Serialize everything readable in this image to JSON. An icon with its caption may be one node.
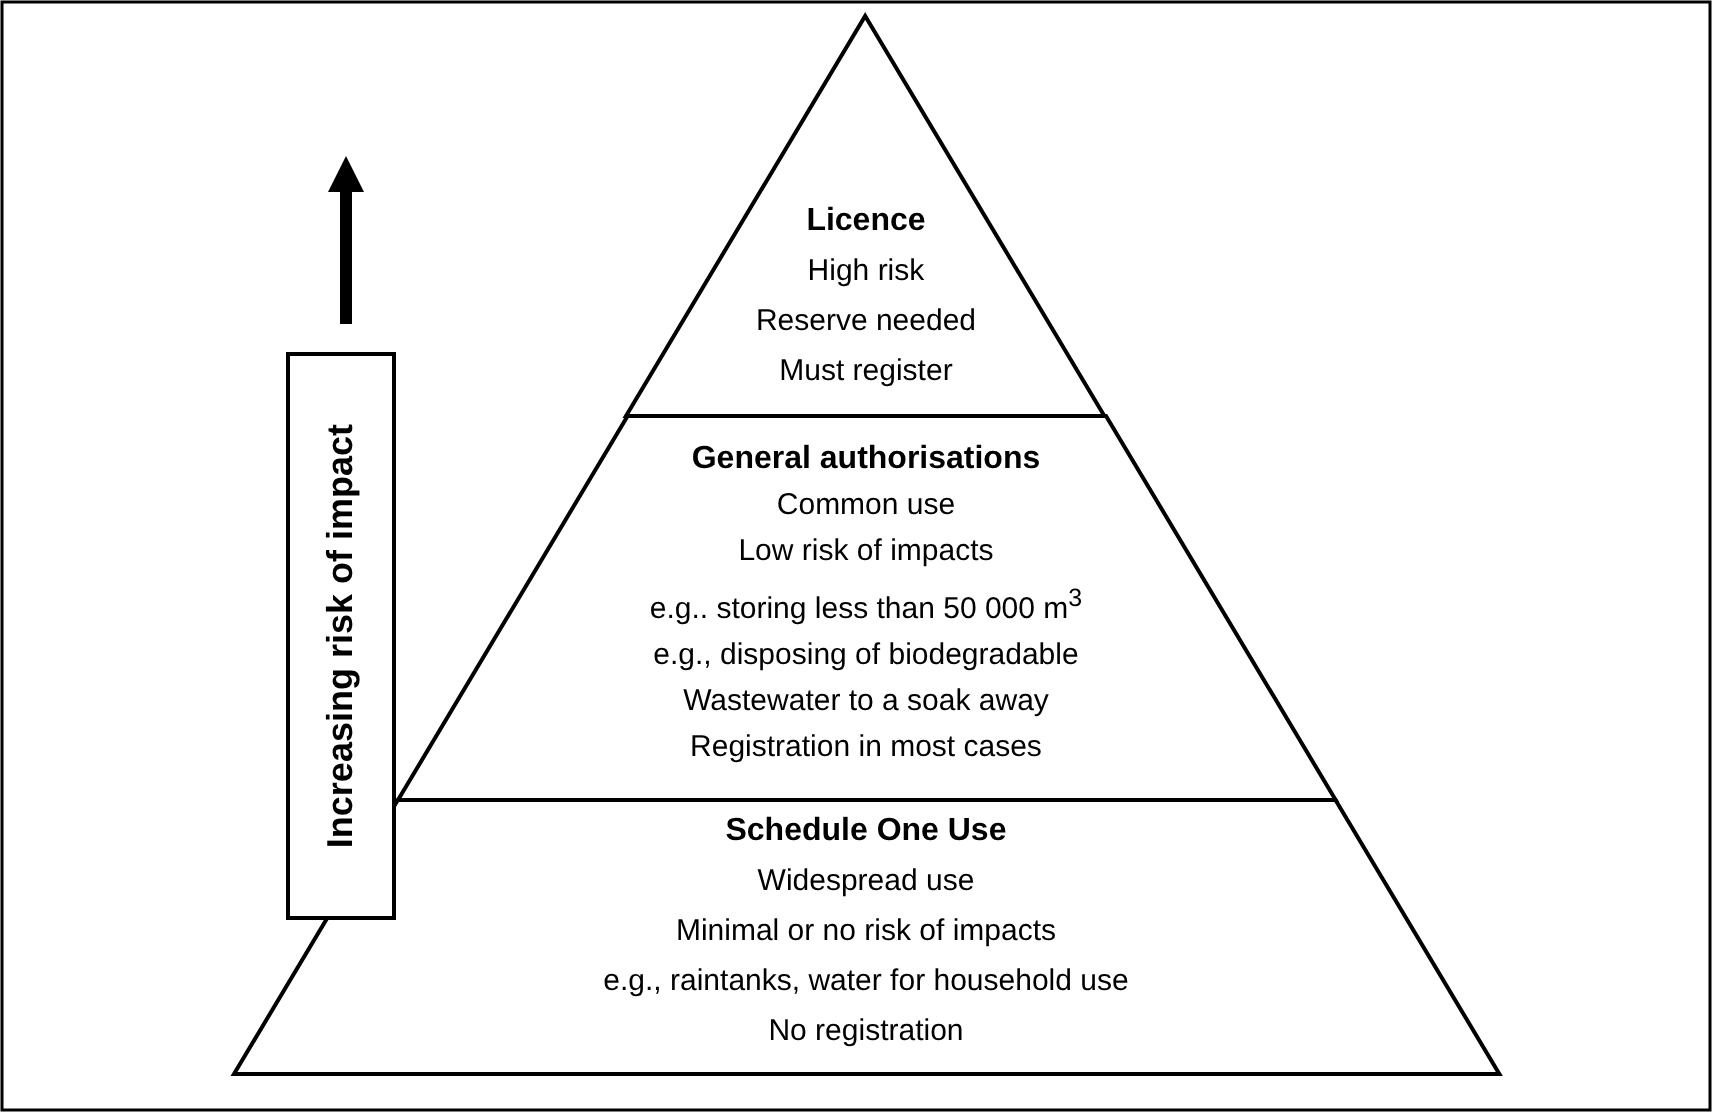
{
  "diagram": {
    "nodes": [
      {
        "text": [
          "Licence",
          "High risk",
          "Reserve needed",
          "Must register"
        ]
      },
      {
        "text": [
          "General authorisations",
          "Common use",
          "Low risk of impacts",
          "e.g.. storing less than 50 000 m$^{3}$",
          "e.g., disposing of biodegradable",
          "Wastewater to a soak away",
          "Registration in most cases"
        ]
      },
      {
        "text": [
          "Schedule One Use",
          "Widespread use",
          "Minimal or no risk of impacts",
          "e.g., raintanks, water for household use",
          "No registration"
        ]
      },
      {
        "text": [
          "Increasing risk of impact"
        ]
      }
    ]
  }
}
